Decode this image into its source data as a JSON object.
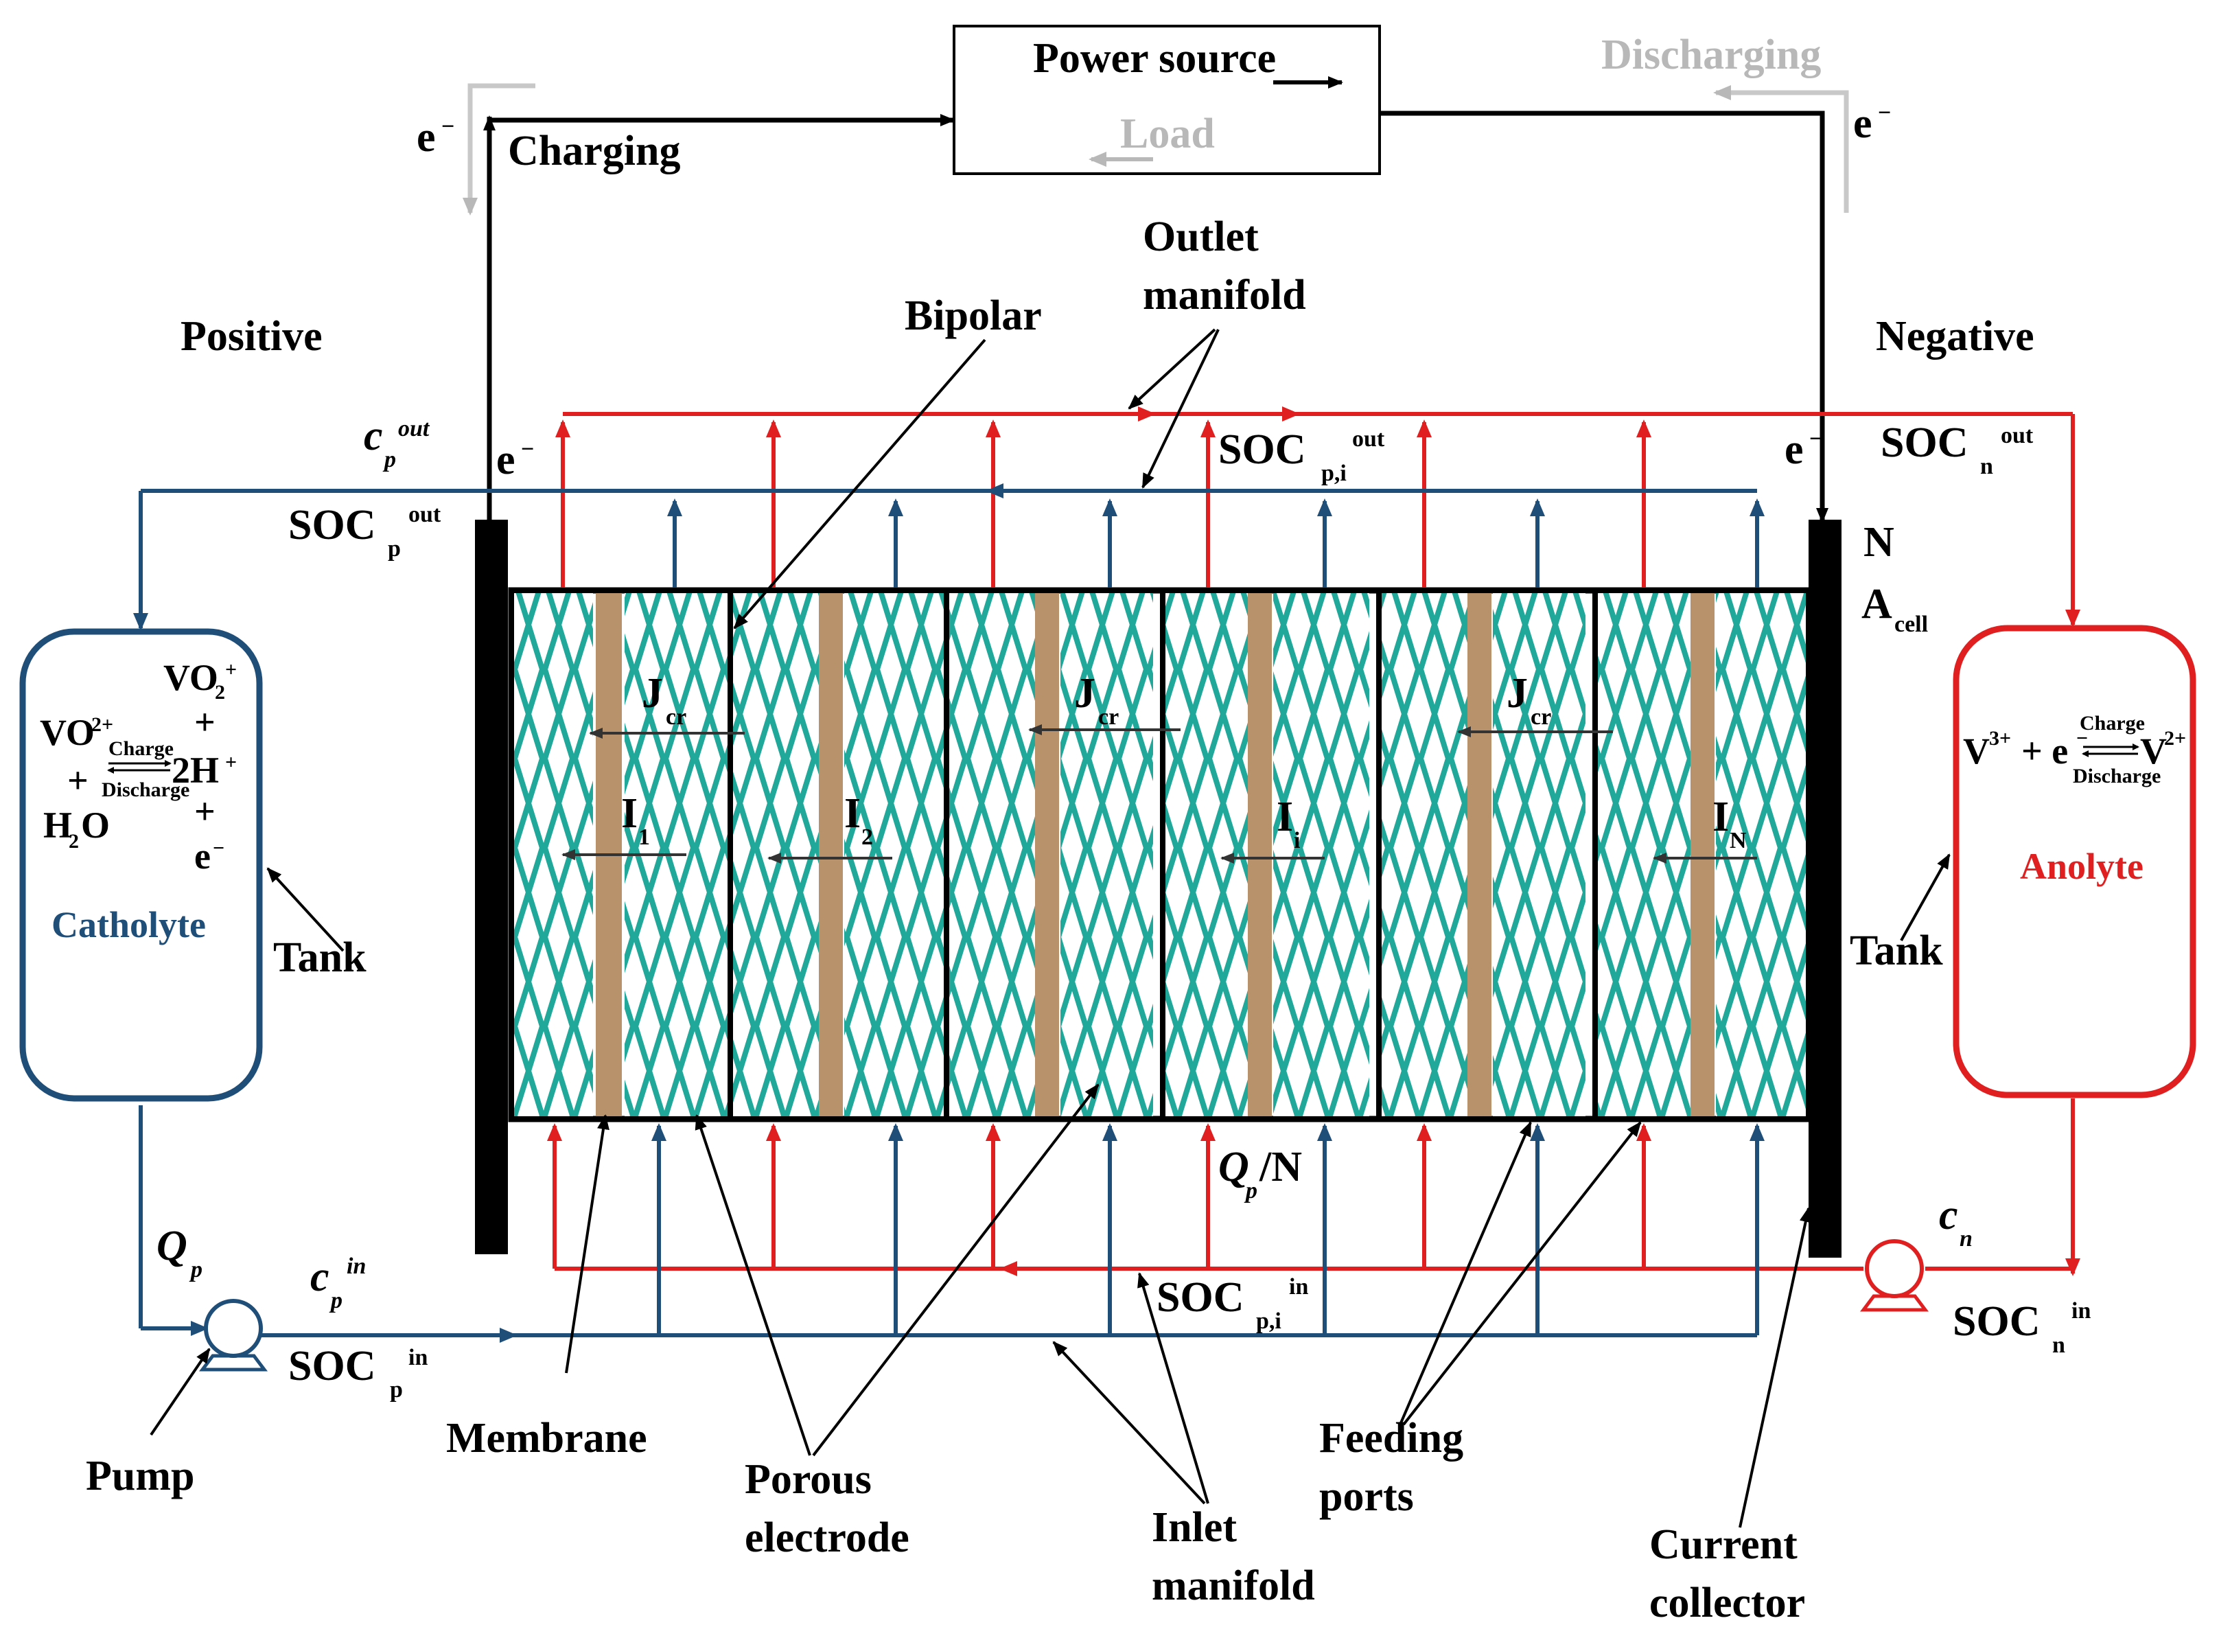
{
  "power_box": {
    "power_source": "Power source",
    "load": "Load"
  },
  "modes": {
    "charging": "Charging",
    "discharging": "Discharging"
  },
  "electron": "e",
  "electron_sup": "−",
  "sides": {
    "positive": "Positive",
    "negative": "Negative"
  },
  "labels": {
    "outlet_manifold_1": "Outlet",
    "outlet_manifold_2": "manifold",
    "bipolar": "Bipolar",
    "inlet_manifold_1": "Inlet",
    "inlet_manifold_2": "manifold",
    "membrane": "Membrane",
    "porous_1": "Porous",
    "porous_2": "electrode",
    "feeding_1": "Feeding",
    "feeding_2": "ports",
    "collector_1": "Current",
    "collector_2": "collector",
    "pump": "Pump",
    "tank_left": "Tank",
    "tank_right": "Tank",
    "N": "N",
    "A": "A",
    "A_sub": "cell",
    "Qp_flow": "Q",
    "Qp_flow_sub": "p",
    "Qp_flow_tail": "/N",
    "Qp": "Q",
    "Qp_sub": "p"
  },
  "concentrations": {
    "c": "c",
    "p": "p",
    "n": "n",
    "out": "out",
    "in": "in"
  },
  "soc": {
    "soc": "SOC",
    "p": "p",
    "n": "n",
    "pi": "p,i",
    "out": "out",
    "in": "in"
  },
  "currents": {
    "J": "J",
    "J_sub": "cr",
    "I": "I",
    "I1_sub": "1",
    "I2_sub": "2",
    "Ii_sub": "i",
    "IN_sub": "N"
  },
  "catholyte": {
    "name": "Catholyte",
    "vo2": "VO",
    "vo2_sub": "2",
    "vo2_sup": "+",
    "vo2plus": "VO",
    "vo2plus_sup": "2+",
    "plus": "+",
    "h2o": "H",
    "h2o_sub": "2",
    "h2o_tail": "O",
    "h": "2H",
    "h_sup": "+",
    "e": "e",
    "e_sup": "−",
    "charge": "Charge",
    "discharge": "Discharge"
  },
  "anolyte": {
    "name": "Anolyte",
    "v3": "V",
    "v3_sup": "3+",
    "plus": "+ e",
    "e_sup": "−",
    "v2": "V",
    "v2_sup": "2+",
    "charge": "Charge",
    "discharge": "Discharge"
  },
  "colors": {
    "positive": "#1f4e79",
    "negative": "#e02020",
    "electrode": "#20a89a",
    "membrane": "#b8926a",
    "inactive": "#b8b8b8"
  }
}
